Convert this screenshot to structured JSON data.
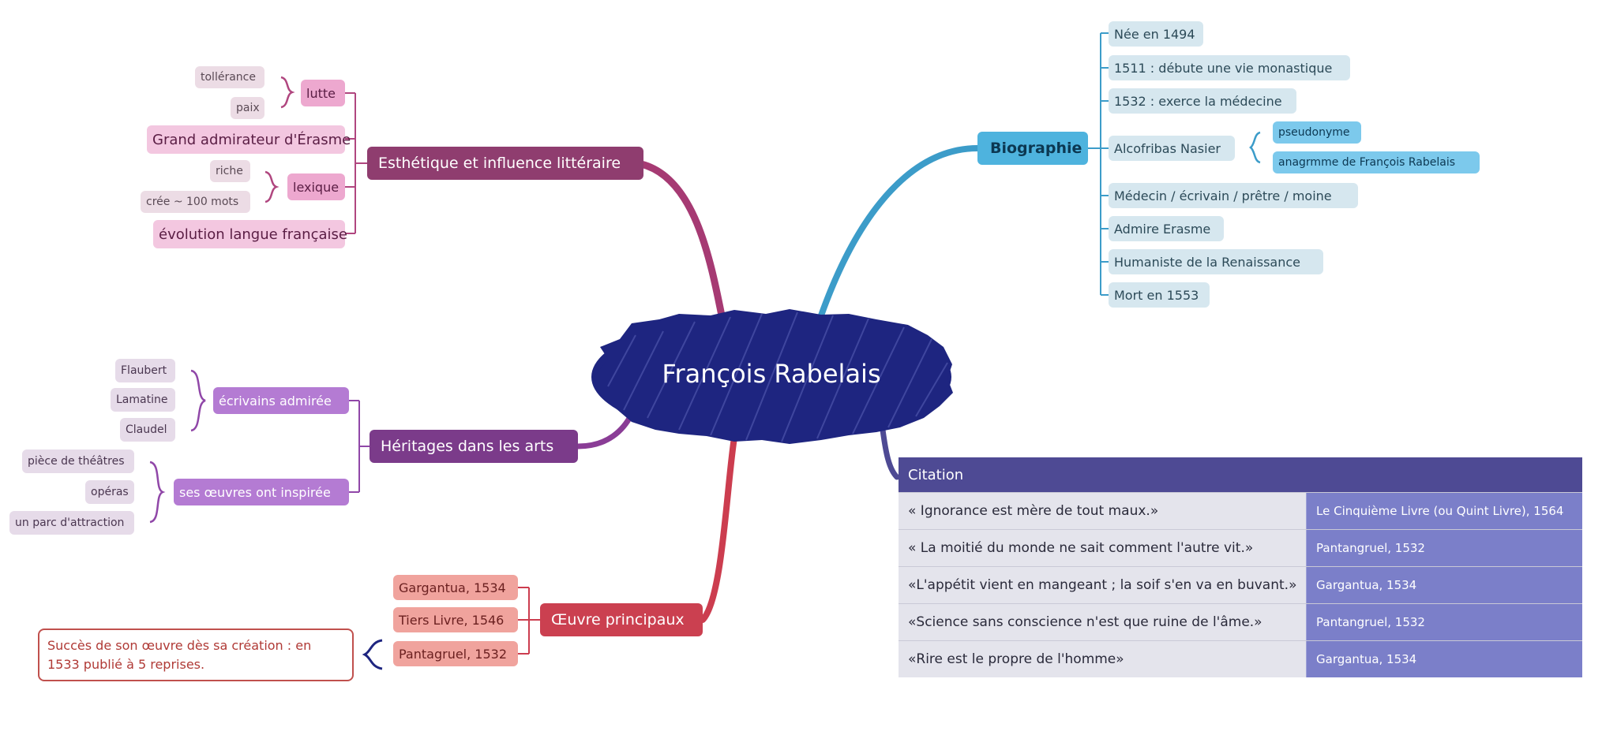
{
  "center": {
    "title": "François Rabelais"
  },
  "esthetique": {
    "title": "Esthétique et influence littéraire",
    "lutte": {
      "label": "lutte",
      "items": [
        "tollérance",
        "paix"
      ]
    },
    "erasme": "Grand admirateur d'Érasme",
    "lexique": {
      "label": "lexique",
      "items": [
        "riche",
        "crée ~ 100 mots"
      ]
    },
    "evolution": "évolution langue française"
  },
  "heritages": {
    "title": "Héritages dans les arts",
    "ecrivains": {
      "label": "écrivains admirée",
      "items": [
        "Flaubert",
        "Lamatine",
        "Claudel"
      ]
    },
    "oeuvres": {
      "label": "ses œuvres ont inspirée",
      "items": [
        "pièce de théâtres",
        "opéras",
        "un parc d'attraction"
      ]
    }
  },
  "oeuvre": {
    "title": "Œuvre principaux",
    "items": [
      "Gargantua, 1534",
      "Tiers Livre, 1546",
      "Pantagruel, 1532"
    ],
    "note": "Succès de son œuvre dès sa création : en 1533 publié à 5 reprises."
  },
  "biographie": {
    "title": "Biographie",
    "items": [
      "Née en 1494",
      "1511 : débute une vie monastique",
      "1532 : exerce la médecine",
      "Alcofribas Nasier",
      "Médecin / écrivain / prêtre / moine",
      "Admire Erasme",
      "Humaniste de la Renaissance",
      "Mort en 1553"
    ],
    "alcofribas_sub": [
      "pseudonyme",
      "anagrmme de François Rabelais"
    ]
  },
  "citation": {
    "title": "Citation",
    "rows": [
      {
        "quote": "« Ignorance est mère de tout maux.»",
        "source": "Le Cinquième  Livre (ou Quint Livre), 1564"
      },
      {
        "quote": "« La moitié du monde ne sait comment l'autre vit.»",
        "source": "Pantangruel, 1532"
      },
      {
        "quote": "«L'appétit vient en mangeant ; la soif s'en va en buvant.»",
        "source": "Gargantua, 1534"
      },
      {
        "quote": "«Science sans conscience n'est que ruine de l'âme.»",
        "source": "Pantangruel, 1532"
      },
      {
        "quote": "«Rire est le propre de l'homme»",
        "source": "Gargantua, 1534"
      }
    ]
  },
  "colors": {
    "center": "#1e2580",
    "esthetique": "#8f3d6f",
    "heritages": "#7b3b8a",
    "oeuvre": "#cb4050",
    "biographie": "#4eb3de",
    "citation": "#4e4a94"
  }
}
